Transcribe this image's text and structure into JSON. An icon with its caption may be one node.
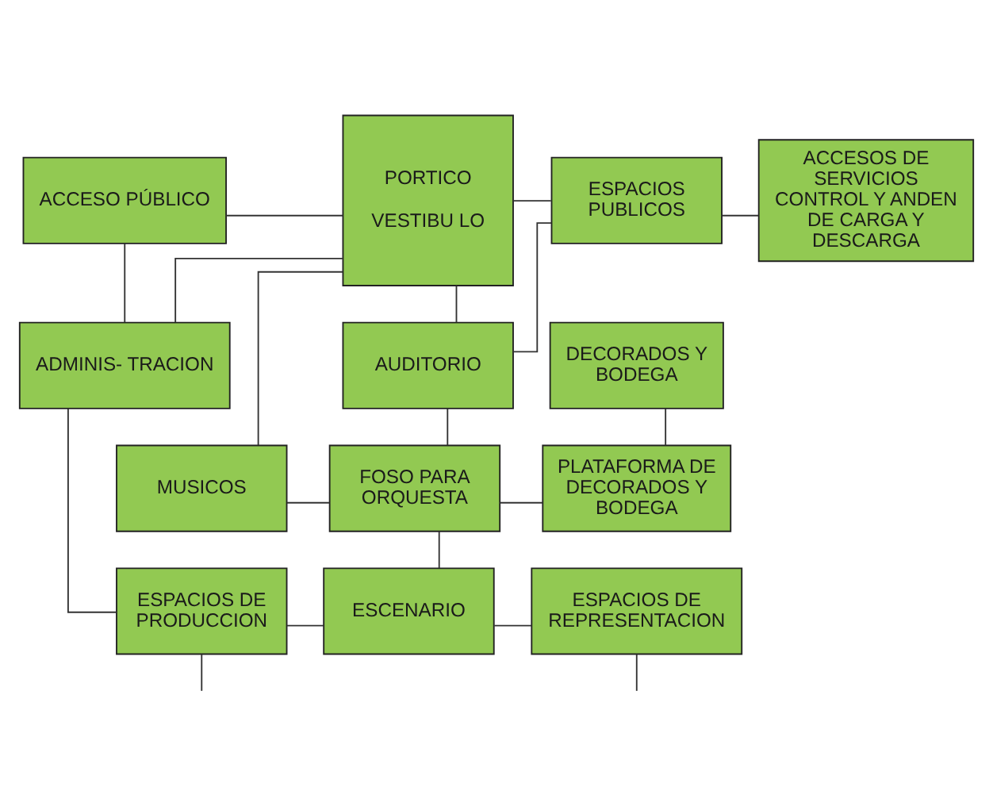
{
  "diagram": {
    "nodes": [
      {
        "text": [
          "ACCESO PÚBLICO"
        ]
      },
      {
        "text": [
          "PORTICO",
          "VESTIBU LO"
        ]
      },
      {
        "text": [
          "ESPACIOS PUBLICOS"
        ]
      },
      {
        "text": [
          "ACCESOS DE SERVICIOS CONTROL Y ANDEN DE CARGA Y DESCARGA"
        ]
      },
      {
        "text": [
          "ADMINIS- TRACION"
        ]
      },
      {
        "text": [
          "AUDITORIO"
        ]
      },
      {
        "text": [
          "DECORADOS Y BODEGA"
        ]
      },
      {
        "text": [
          "MUSICOS"
        ]
      },
      {
        "text": [
          "FOSO PARA ORQUESTA"
        ]
      },
      {
        "text": [
          "PLATAFORMA DE DECORADOS Y BODEGA"
        ]
      },
      {
        "text": [
          "ESPACIOS DE PRODUCCION"
        ]
      },
      {
        "text": [
          "ESCENARIO"
        ]
      },
      {
        "text": [
          "ESPACIOS DE REPRESENTACION"
        ]
      }
    ],
    "edges": [
      {
        "from": 0,
        "to": 1,
        "arrow": "none"
      },
      {
        "from": 1,
        "to": 2,
        "arrow": "none"
      },
      {
        "from": 2,
        "to": 3,
        "arrow": "none"
      },
      {
        "from": 0,
        "to": 4,
        "arrow": "none"
      },
      {
        "from": 4,
        "to": 1,
        "arrow": "none"
      },
      {
        "from": 1,
        "to": 5,
        "arrow": "none"
      },
      {
        "from": 2,
        "to": 5,
        "arrow": "none"
      },
      {
        "from": 1,
        "to": 7,
        "arrow": "none"
      },
      {
        "from": 5,
        "to": 8,
        "arrow": "none"
      },
      {
        "from": 7,
        "to": 8,
        "arrow": "none"
      },
      {
        "from": 8,
        "to": 9,
        "arrow": "none"
      },
      {
        "from": 6,
        "to": 9,
        "arrow": "none"
      },
      {
        "from": 4,
        "to": 10,
        "arrow": "none"
      },
      {
        "from": 8,
        "to": 11,
        "arrow": "none"
      },
      {
        "from": 10,
        "to": 11,
        "arrow": "none"
      },
      {
        "from": 11,
        "to": 12,
        "arrow": "none"
      },
      {
        "from": 10,
        "to": null,
        "arrow": "none"
      },
      {
        "from": 12,
        "to": null,
        "arrow": "none"
      }
    ]
  }
}
